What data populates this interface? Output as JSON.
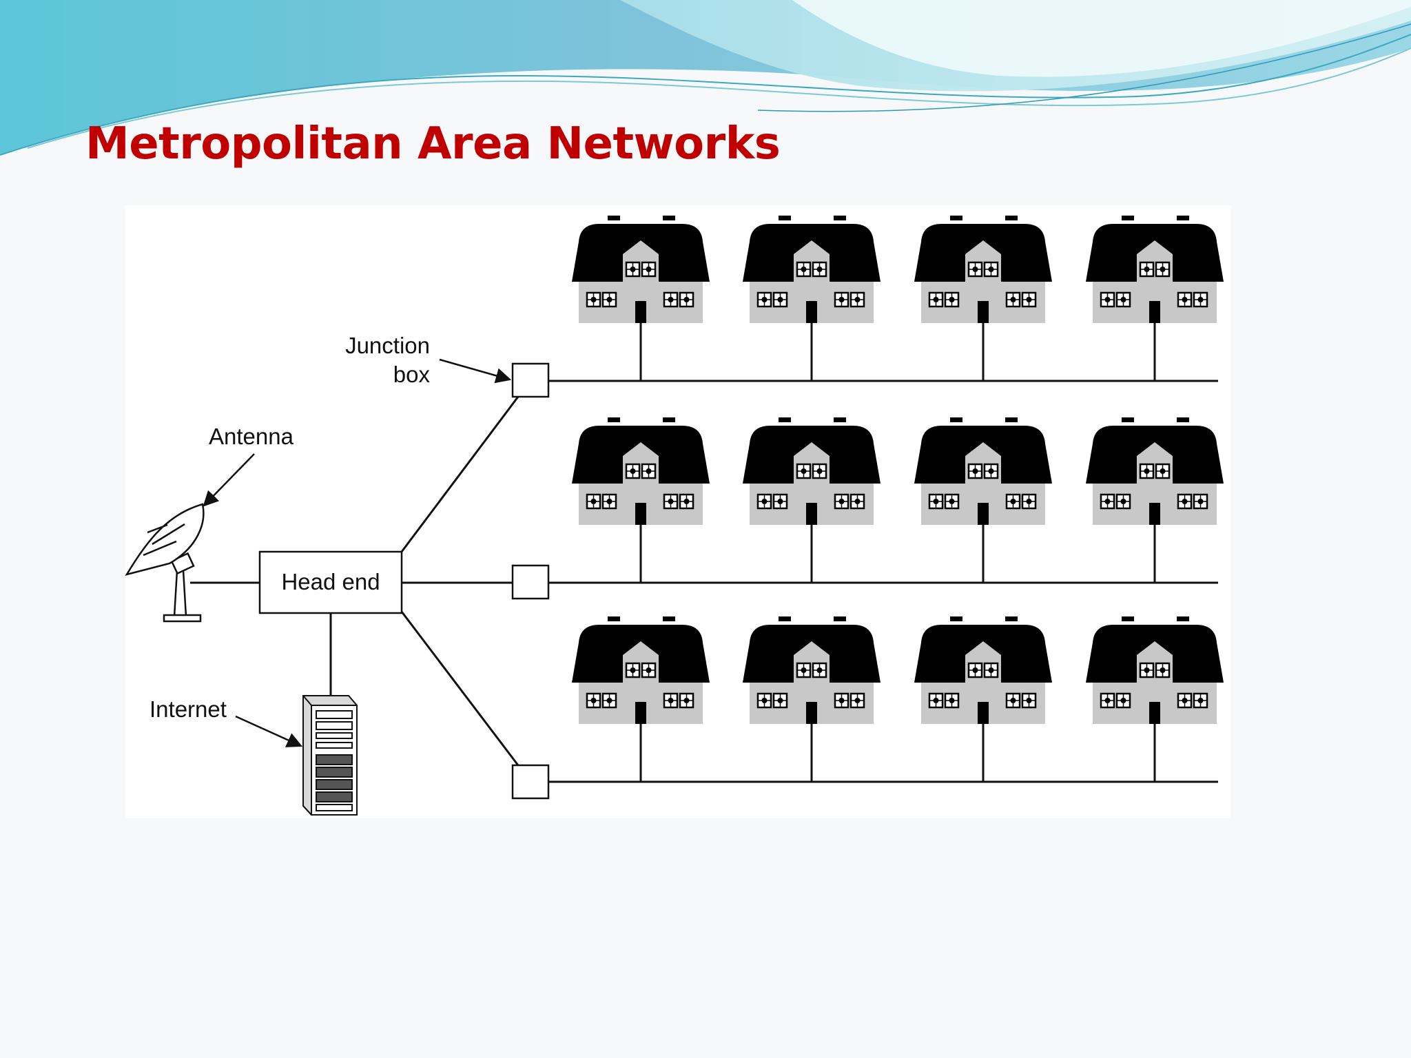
{
  "slide": {
    "title": "Metropolitan Area Networks"
  },
  "diagram": {
    "labels": {
      "junction_box_line1": "Junction",
      "junction_box_line2": "box",
      "antenna": "Antenna",
      "head_end": "Head end",
      "internet": "Internet"
    },
    "house_rows": 3,
    "houses_per_row": 4
  },
  "colors": {
    "title": "#c00000",
    "wave_dark": "#7ec3da",
    "wave_light": "#b7e2ec",
    "line": "#111111",
    "house_body": "#c8c8c8",
    "house_roof": "#000000"
  },
  "icons": {
    "antenna": "satellite-dish-icon",
    "internet": "server-tower-icon",
    "house": "house-icon"
  }
}
